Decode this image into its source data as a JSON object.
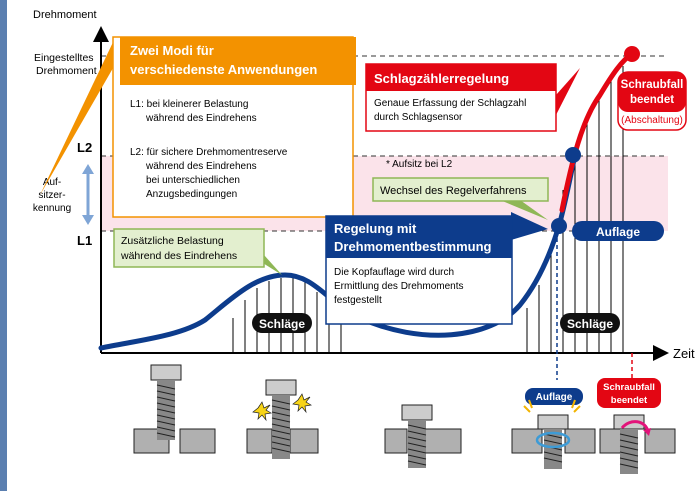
{
  "axes": {
    "y_title": "Drehmoment",
    "x_title": "Zeit",
    "set_torque": [
      "Eingestelltes",
      "Drehmoment"
    ],
    "l1": "L1",
    "l2": "L2",
    "seat_detection": [
      "Auf-",
      "sitzer-",
      "kennung"
    ]
  },
  "modes_box": {
    "title": [
      "Zwei Modi für",
      "verschiedenste Anwendungen"
    ],
    "l1_text": [
      "L1: bei kleinerer Belastung",
      "während des Eindrehens"
    ],
    "l2_text": [
      "L2: für sichere Drehmomentreserve",
      "während des Eindrehens",
      "bei unterschiedlichen",
      "Anzugsbedingungen"
    ]
  },
  "impact_box": {
    "title": "Schlagzählerregelung",
    "text": [
      "Genaue Erfassung der Schlagzahl",
      "durch Schlagsensor"
    ]
  },
  "seat_note": "* Aufsitz bei L2",
  "change_box": "Wechsel des Regelverfahrens",
  "extra_load_box": [
    "Zusätzliche Belastung",
    "während des Eindrehens"
  ],
  "torque_box": {
    "title": [
      "Regelung mit",
      "Drehmomentbestimmung"
    ],
    "text": [
      "Die Kopfauflage wird durch",
      "Ermittlung des Drehmoments",
      "festgestellt"
    ]
  },
  "labels": {
    "schlaege": "Schläge",
    "auflage": "Auflage",
    "schraubfall": [
      "Schraubfall",
      "beendet"
    ],
    "abschaltung": "(Abschaltung)"
  },
  "colors": {
    "orange": "#f39200",
    "red": "#e30613",
    "navy": "#0d3c8c",
    "green_fill": "#e3efcf",
    "green_stroke": "#8fb756",
    "band": "#fbe3ea"
  }
}
